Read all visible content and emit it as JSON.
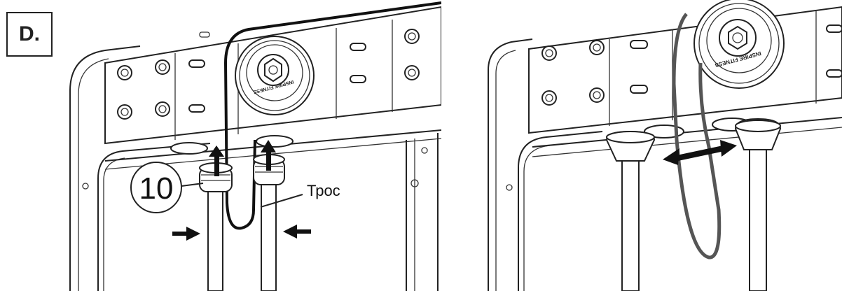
{
  "step": {
    "letter": "D."
  },
  "left_panel": {
    "part_number": "10",
    "cable_label": "Трос",
    "pulley_brand": "INSPIRE FITNESS"
  },
  "right_panel": {
    "pulley_brand": "INSPIRE FITNESS"
  },
  "colors": {
    "line": "#222222",
    "cable_right": "#555555"
  }
}
